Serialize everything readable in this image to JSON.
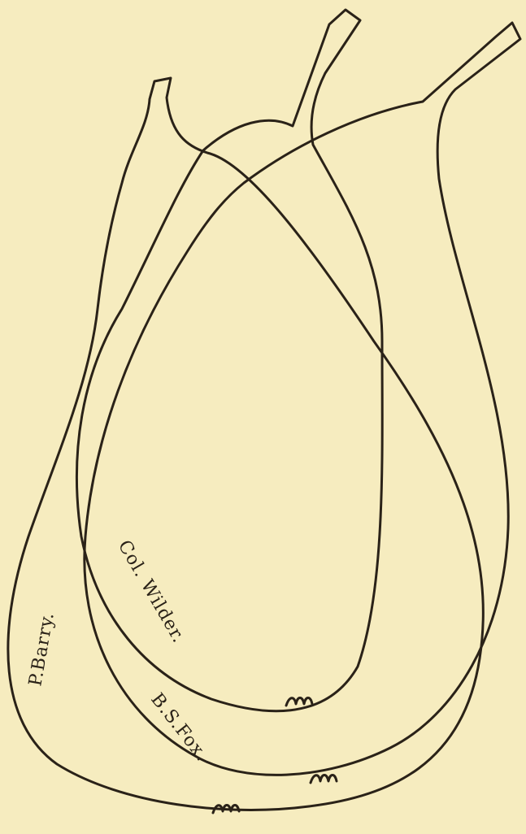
{
  "illustration": {
    "labels": {
      "barry": "P.Barry.",
      "wilder": "Col. Wilder.",
      "fox": "B.S.Fox."
    },
    "colors": {
      "paper": "#f6ecbf",
      "ink": "#2a2218"
    }
  }
}
